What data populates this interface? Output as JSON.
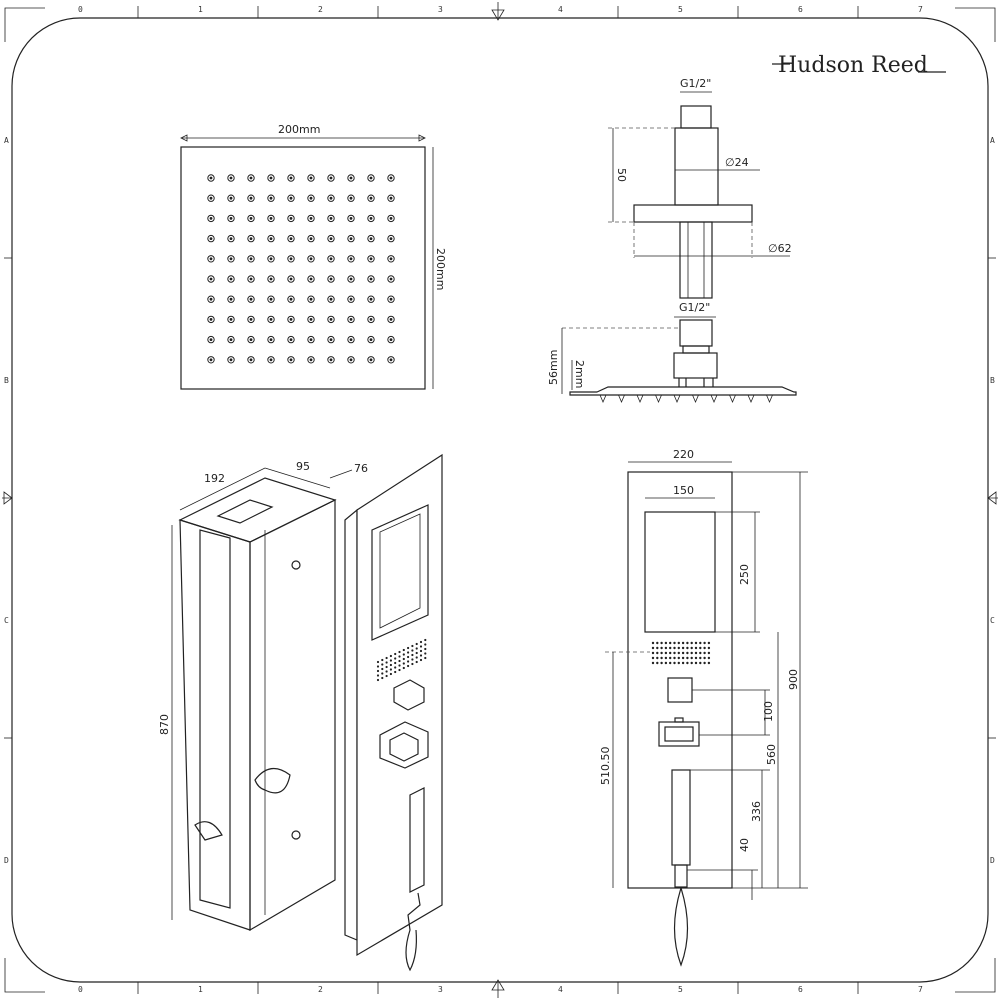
{
  "title_block": {
    "brand": "Hudson Reed"
  },
  "frame": {
    "columns": [
      "0",
      "1",
      "2",
      "3",
      "4",
      "5",
      "6",
      "7"
    ],
    "rows": [
      "A",
      "B",
      "C",
      "D"
    ]
  },
  "shower_head_top": {
    "width_label": "200mm",
    "height_label": "200mm",
    "nozzle_rows": 10,
    "nozzle_cols": 10
  },
  "shower_arm_side": {
    "thread_top": "G1/2\"",
    "length": "50",
    "diameter_arm": "∅24",
    "diameter_flange": "∅62",
    "thread_bottom": "G1/2\"",
    "head_height": "56mm",
    "head_thickness": "2mm"
  },
  "box_iso": {
    "width": "192",
    "depth": "95",
    "height": "870"
  },
  "panel_iso": {
    "depth": "76"
  },
  "panel_front": {
    "width": "220",
    "niche_width": "150",
    "niche_height": "250",
    "total_height": "900",
    "grid_height": "510.50",
    "valve_spacing": "100",
    "diverter_height": "560",
    "handset_height": "336",
    "outlet_height": "40"
  }
}
